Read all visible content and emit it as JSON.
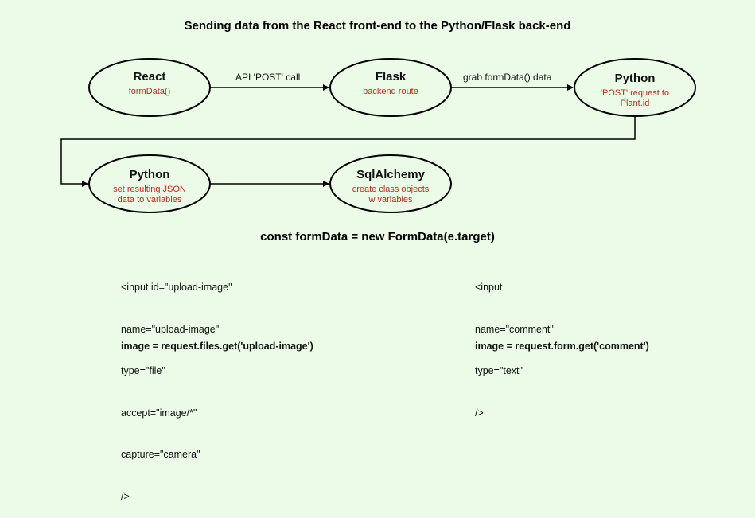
{
  "title": "Sending data from the React front-end to the Python/Flask back-end",
  "nodes": {
    "react": {
      "name": "React",
      "sub": [
        "formData()"
      ]
    },
    "flask": {
      "name": "Flask",
      "sub": [
        "backend route"
      ]
    },
    "python_request": {
      "name": "Python",
      "sub": [
        "'POST' request to",
        "Plant.id"
      ]
    },
    "python_json": {
      "name": "Python",
      "sub": [
        "set resulting JSON",
        "data to variables"
      ]
    },
    "sqlalchemy": {
      "name": "SqlAlchemy",
      "sub": [
        "create class objects",
        "w variables"
      ]
    }
  },
  "edges": {
    "react_to_flask": "API 'POST' call",
    "flask_to_python": "grab formData() data"
  },
  "code_heading": "const formData = new FormData(e.target)",
  "left_code": {
    "lines": [
      "<input id=\"upload-image\"",
      "name=\"upload-image\"",
      "type=\"file\"",
      "accept=\"image/*\"",
      "capture=\"camera\"",
      "/>"
    ],
    "result": "image = request.files.get('upload-image')"
  },
  "right_code": {
    "lines": [
      "<input",
      "name=\"comment\"",
      "type=\"text\"",
      "/>"
    ],
    "result": "image = request.form.get('comment')"
  }
}
